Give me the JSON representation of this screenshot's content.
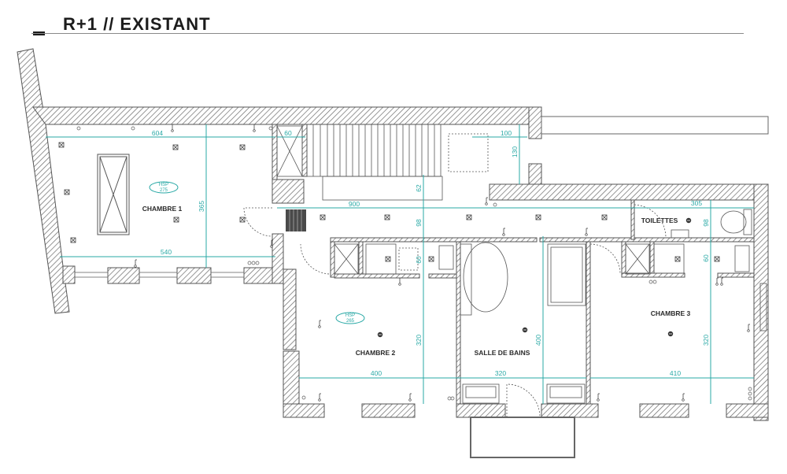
{
  "header": {
    "title": "R+1 // EXISTANT"
  },
  "colors": {
    "wall_stroke": "#555555",
    "hatch": "#6a6a6a",
    "dimension": "#2aa9a6",
    "label": "#2a2a2a",
    "title": "#1c1c1c"
  },
  "rooms": [
    {
      "id": "chambre1",
      "label": "CHAMBRE 1"
    },
    {
      "id": "chambre2",
      "label": "CHAMBRE 2"
    },
    {
      "id": "salle_de_bains",
      "label": "SALLE DE BAINS"
    },
    {
      "id": "chambre3",
      "label": "CHAMBRE 3"
    },
    {
      "id": "toilettes",
      "label": "TOILETTES"
    }
  ],
  "hsp": [
    {
      "room": "chambre1",
      "label": "HSP",
      "value": "275"
    },
    {
      "room": "chambre2",
      "label": "HSP",
      "value": "265"
    }
  ],
  "dimensions": {
    "chambre1_width_top": "604",
    "chambre1_width_bottom": "540",
    "chambre1_depth": "365",
    "closet_width": "60",
    "landing_right": "100",
    "landing_depth": "130",
    "stair_gap": "62",
    "corridor_length": "900",
    "corridor_depth": "98",
    "closet_depth_c2": "60",
    "chambre2_depth": "320",
    "chambre2_width": "400",
    "sdb_depth": "400",
    "sdb_width": "320",
    "toilettes_width": "305",
    "toilettes_depth": "98",
    "closet_depth_c3": "60",
    "chambre3_depth": "320",
    "chambre3_width": "410"
  }
}
